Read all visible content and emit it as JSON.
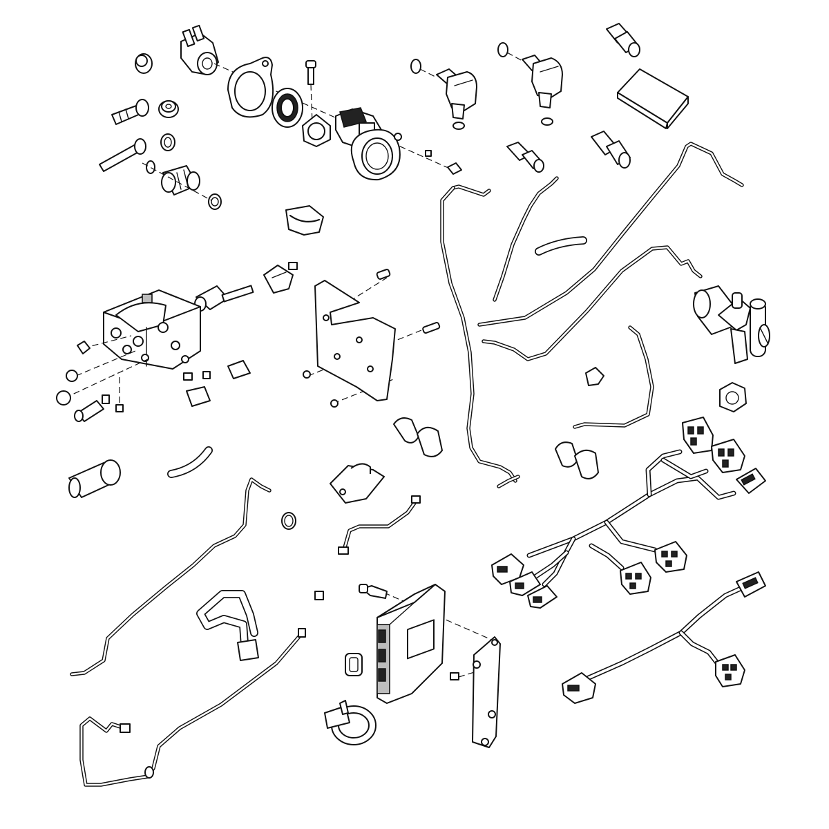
{
  "diagram": {
    "kind": "exploded-parts-illustration",
    "line_color": "#111111",
    "background": "#ffffff",
    "components": [
      "plug-cap",
      "screw-plug-with-flange",
      "bolt",
      "flanged-nut",
      "sealing-washer",
      "long-bolt",
      "o-ring",
      "pressure-sensor",
      "clamp-ring-bracket",
      "rotary-actuator",
      "shaft-seal",
      "screw",
      "collar",
      "position-sensor",
      "plastic-clip",
      "elbow-union",
      "straight-union",
      "cable-guard",
      "valve-block",
      "restriction-valve",
      "mounting-plate",
      "coolant-pipe",
      "rubber-hose",
      "thermostat-housing",
      "hex-nut",
      "cable-tie-mount",
      "hose-clamp",
      "bracket",
      "control-unit",
      "grommet",
      "strap-clamp",
      "wiring-harness",
      "connector",
      "formed-pipe"
    ]
  }
}
